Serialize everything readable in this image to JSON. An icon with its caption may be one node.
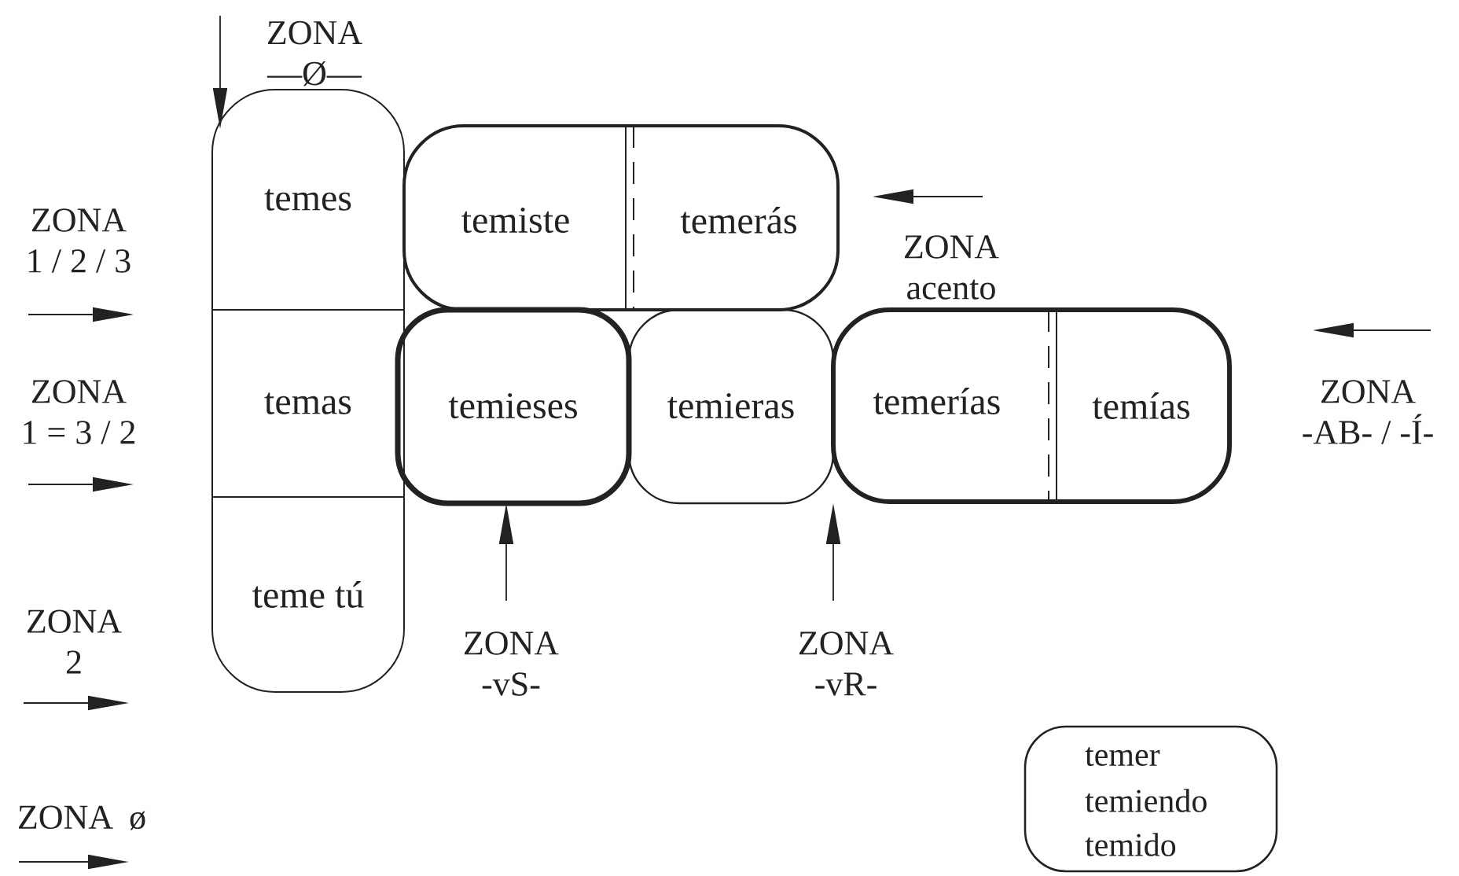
{
  "diagram": {
    "nodes": [
      {
        "text": [],
        "shape": "box"
      },
      {
        "text": [
          "temes"
        ],
        "in": 0
      },
      {
        "text": [
          "temas"
        ],
        "in": 0
      },
      {
        "text": [
          "teme tú"
        ],
        "in": 0
      },
      {
        "text": [
          "temiste",
          "temerás"
        ]
      },
      {
        "text": [
          "temieses"
        ]
      },
      {
        "text": [
          "temieras"
        ]
      },
      {
        "text": [
          "temerías",
          "temías"
        ]
      },
      {
        "text": [
          "temer",
          "temiendo",
          "temido"
        ]
      }
    ],
    "labels": [
      "ZONA",
      "—Ø—",
      "ZONA",
      "1 / 2 / 3",
      "ZONA",
      "acento",
      "ZONA",
      "1 = 3 / 2",
      "ZONA",
      "-AB- / -Í-",
      "ZONA",
      "2",
      "ZONA",
      "-vS-",
      "ZONA",
      "-vR-",
      "ZONA",
      "ø"
    ]
  }
}
